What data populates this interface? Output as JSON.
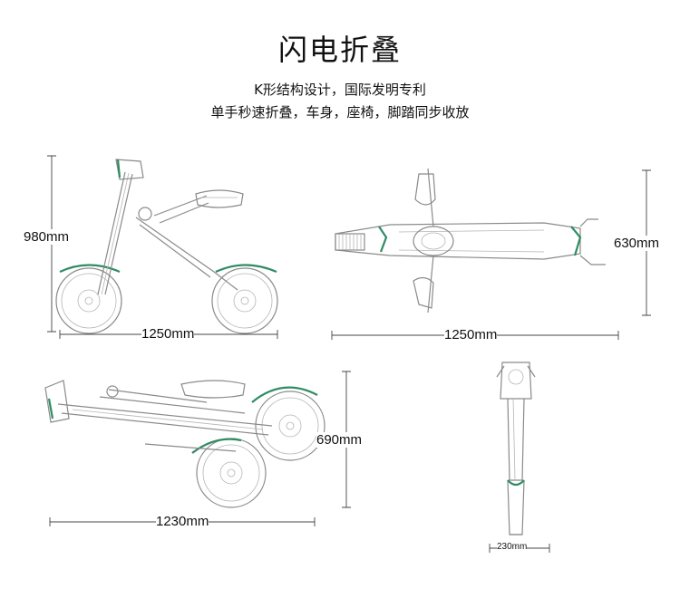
{
  "header": {
    "title": "闪电折叠",
    "line1": "K形结构设计，国际发明专利",
    "line2": "单手秒速折叠，车身，座椅，脚踏同步收放"
  },
  "dimensions": {
    "side_height": "980mm",
    "side_length": "1250mm",
    "top_width": "630mm",
    "top_length": "1250mm",
    "folded_height": "690mm",
    "folded_length": "1230mm",
    "front_width": "230mm"
  },
  "colors": {
    "accent_green": "#2f8c63",
    "line_gray": "#8a8a8a"
  }
}
